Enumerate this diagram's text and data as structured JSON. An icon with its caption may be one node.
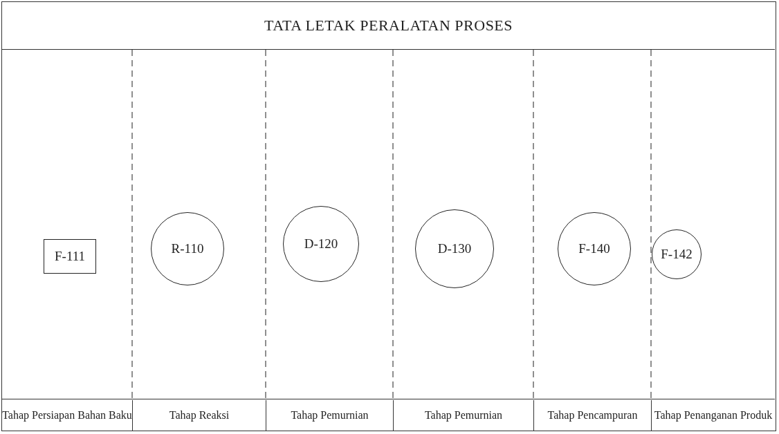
{
  "diagram": {
    "title": "TATA LETAK PERALATAN PROSES",
    "nodes": [
      {
        "text": [
          "F-111"
        ]
      },
      {
        "text": [
          "R-110"
        ]
      },
      {
        "text": [
          "D-120"
        ]
      },
      {
        "text": [
          "D-130"
        ]
      },
      {
        "text": [
          "F-140"
        ]
      },
      {
        "text": [
          "F-142"
        ]
      }
    ],
    "labels": [
      "Tahap Persiapan Bahan Baku",
      "Tahap Reaksi",
      "Tahap Pemurnian",
      "Tahap Pemurnian",
      "Tahap Pencampuran",
      "Tahap Penanganan Produk"
    ]
  }
}
